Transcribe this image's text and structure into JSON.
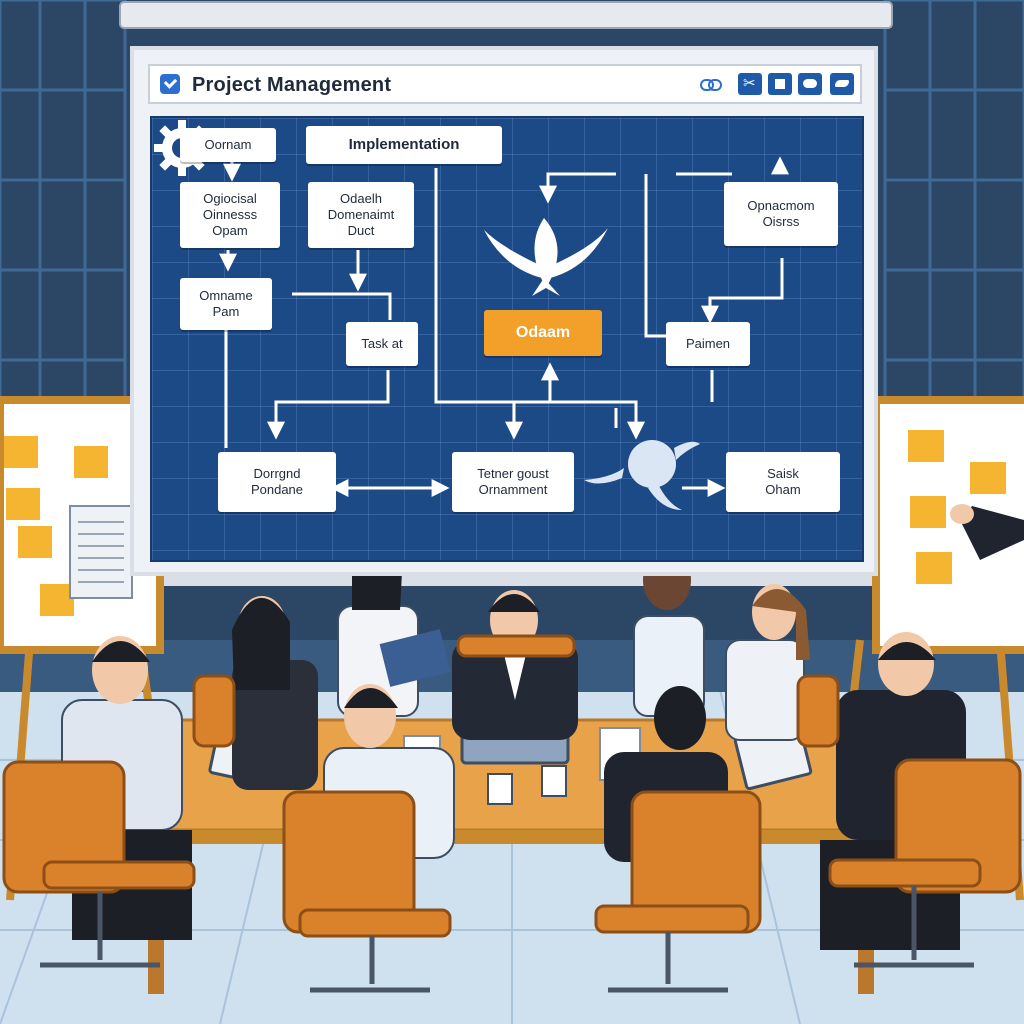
{
  "board": {
    "title": "Project Management",
    "toolbar_icons": [
      "link-icon",
      "scissors-icon",
      "square-icon",
      "chat-icon",
      "pen-icon"
    ]
  },
  "nodes": {
    "n1": "Oornam",
    "n2": "Implementation",
    "n3": "Ogiocisal\nOinnesss\nOpam",
    "n4": "Odaelh\nDomenaimt\nDuct",
    "n5": "Opnacmom\nOisrss",
    "n6": "Omname\nPam",
    "n7": "Task at",
    "n8": "Odaam",
    "n9": "Paimen",
    "n10": "Dorrgnd\nPondane",
    "n11": "Tetner goust\nOrnamment",
    "n12": "Saisk\nOham"
  },
  "colors": {
    "canvas": "#1c4a86",
    "accent_node": "#f2a02a",
    "sticky_note": "#f5b530",
    "chair": "#d9822b",
    "table": "#e8a34a"
  }
}
